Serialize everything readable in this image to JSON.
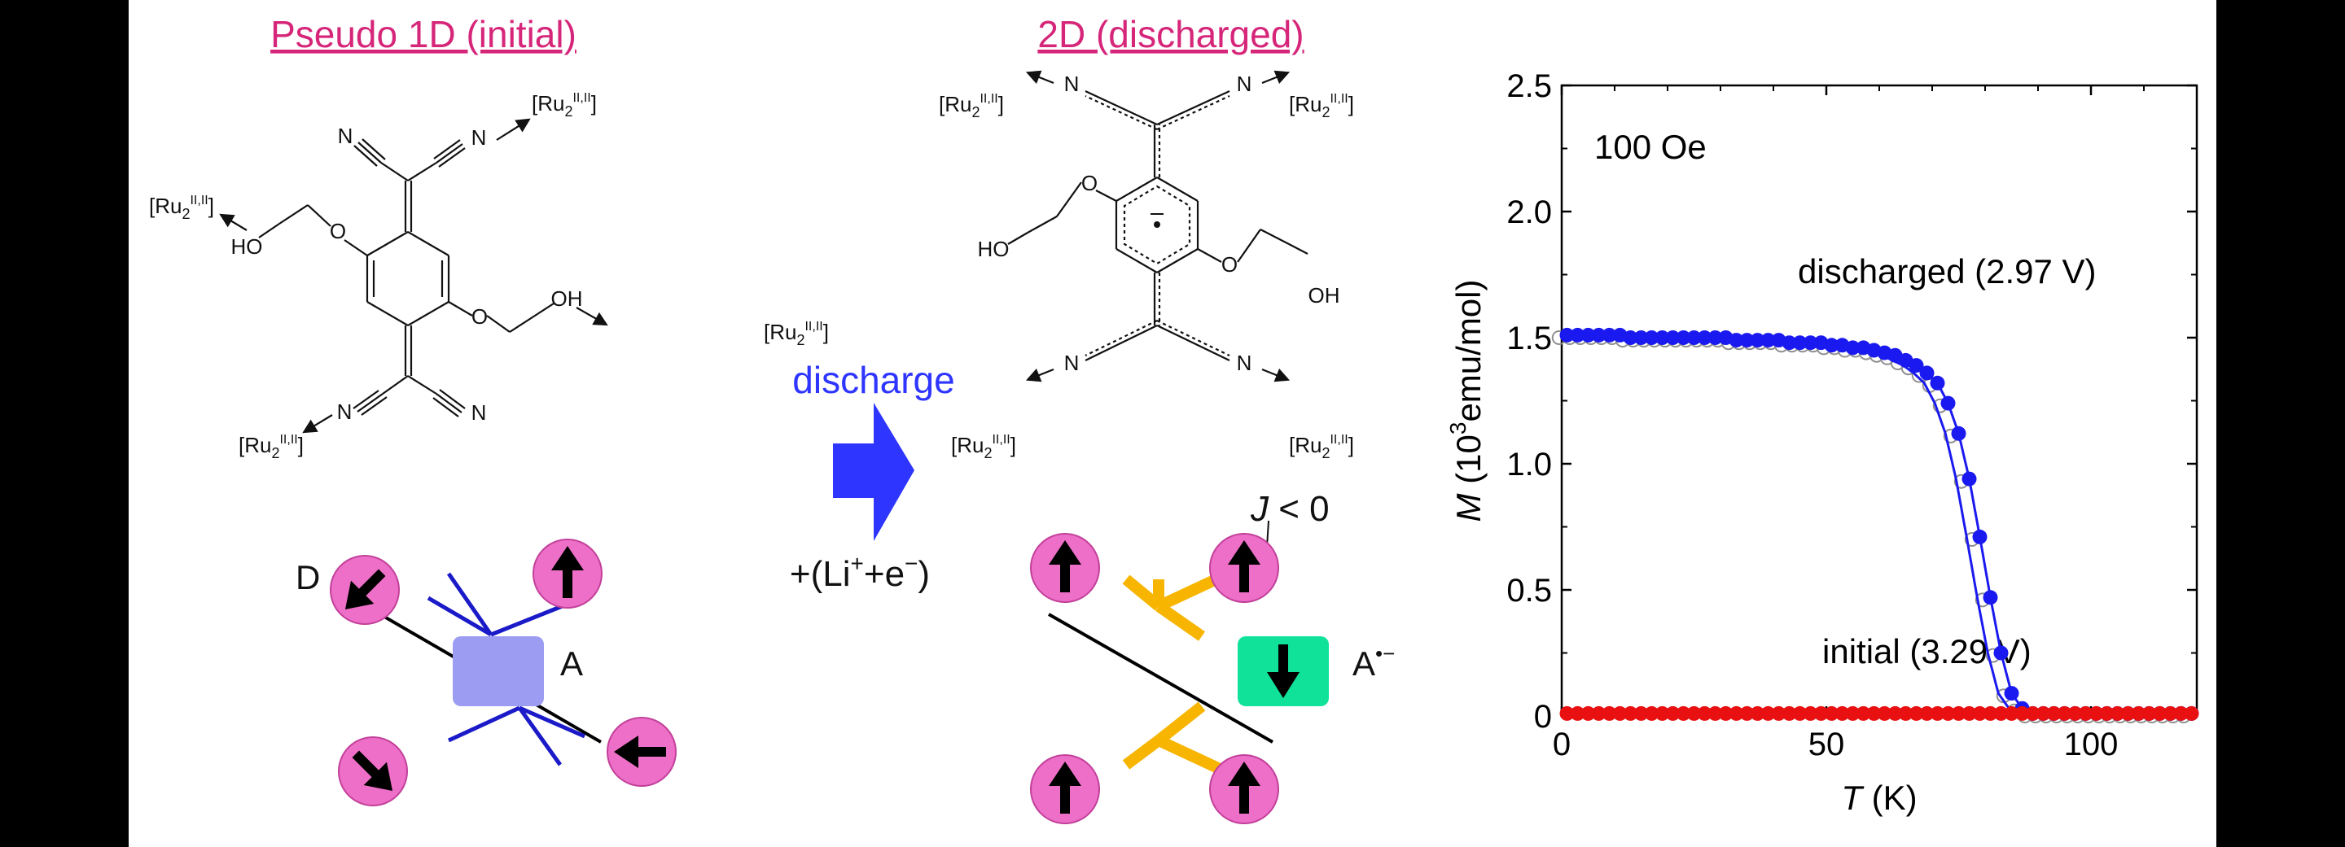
{
  "left": {
    "title": "Pseudo 1D (initial)",
    "ru_label": "[Ru",
    "ru_sub": "2",
    "ru_sup": "II,II",
    "ru_close": "]",
    "n": "N",
    "ho": "HO",
    "oh": "OH",
    "o": "O",
    "d_label": "D",
    "a_label": "A"
  },
  "middle": {
    "label": "discharge",
    "eq_open": "+(Li",
    "eq_sup1": "+",
    "eq_mid": "+e",
    "eq_sup2": "−",
    "eq_close": ")"
  },
  "right": {
    "title": "2D (discharged)",
    "j": "J",
    "j_rest": " < 0",
    "a2": "A",
    "a2_sup": "•−"
  },
  "chart_data": {
    "type": "scatter",
    "title": "",
    "annotation_field": "100 Oe",
    "annotation_discharged": "discharged (2.97 V)",
    "annotation_initial": "initial (3.29 V)",
    "xlabel_var": "T",
    "xlabel_unit": " (K)",
    "ylabel_var": "M",
    "ylabel_open": " (10",
    "ylabel_sup": "3",
    "ylabel_close": "emu/mol)",
    "xlim": [
      0,
      120
    ],
    "ylim": [
      0,
      2.5
    ],
    "xticks": [
      "0",
      "50",
      "100"
    ],
    "yticks": [
      "0",
      "0.5",
      "1.0",
      "1.5",
      "2.0",
      "2.5"
    ],
    "colors": {
      "discharged": "#1a1af0",
      "initial": "#e81010",
      "gray": "#909090"
    },
    "series": [
      {
        "name": "discharged (2.97 V)",
        "x": [
          1,
          3,
          5,
          7,
          9,
          11,
          13,
          15,
          17,
          19,
          21,
          23,
          25,
          27,
          29,
          31,
          33,
          35,
          37,
          39,
          41,
          43,
          45,
          47,
          49,
          51,
          53,
          55,
          57,
          59,
          61,
          63,
          65,
          67,
          69,
          71,
          73,
          75,
          77,
          79,
          81,
          83,
          85,
          87,
          89,
          91,
          93,
          95,
          97,
          99,
          101,
          103,
          105,
          107,
          109,
          111,
          113,
          115,
          117,
          119
        ],
        "y": [
          1.51,
          1.51,
          1.51,
          1.51,
          1.51,
          1.51,
          1.5,
          1.5,
          1.5,
          1.5,
          1.5,
          1.5,
          1.5,
          1.5,
          1.5,
          1.5,
          1.49,
          1.49,
          1.49,
          1.49,
          1.49,
          1.48,
          1.48,
          1.48,
          1.48,
          1.47,
          1.47,
          1.46,
          1.46,
          1.45,
          1.44,
          1.43,
          1.41,
          1.39,
          1.36,
          1.32,
          1.24,
          1.12,
          0.94,
          0.71,
          0.47,
          0.25,
          0.09,
          0.03,
          0.01,
          0.01,
          0.01,
          0.01,
          0.01,
          0.01,
          0.01,
          0.01,
          0.01,
          0.01,
          0.01,
          0.01,
          0.01,
          0.01,
          0.01,
          0.01
        ]
      },
      {
        "name": "initial (3.29 V)",
        "x": [
          1,
          3,
          5,
          7,
          9,
          11,
          13,
          15,
          17,
          19,
          21,
          23,
          25,
          27,
          29,
          31,
          33,
          35,
          37,
          39,
          41,
          43,
          45,
          47,
          49,
          51,
          53,
          55,
          57,
          59,
          61,
          63,
          65,
          67,
          69,
          71,
          73,
          75,
          77,
          79,
          81,
          83,
          85,
          87,
          89,
          91,
          93,
          95,
          97,
          99,
          101,
          103,
          105,
          107,
          109,
          111,
          113,
          115,
          117,
          119
        ],
        "y": [
          0.01,
          0.01,
          0.01,
          0.01,
          0.01,
          0.01,
          0.01,
          0.01,
          0.01,
          0.01,
          0.01,
          0.01,
          0.01,
          0.01,
          0.01,
          0.01,
          0.01,
          0.01,
          0.01,
          0.01,
          0.01,
          0.01,
          0.01,
          0.01,
          0.01,
          0.01,
          0.01,
          0.01,
          0.01,
          0.01,
          0.01,
          0.01,
          0.01,
          0.01,
          0.01,
          0.01,
          0.01,
          0.01,
          0.01,
          0.01,
          0.01,
          0.01,
          0.01,
          0.01,
          0.01,
          0.01,
          0.01,
          0.01,
          0.01,
          0.01,
          0.01,
          0.01,
          0.01,
          0.01,
          0.01,
          0.01,
          0.01,
          0.01,
          0.01,
          0.01
        ]
      }
    ]
  }
}
